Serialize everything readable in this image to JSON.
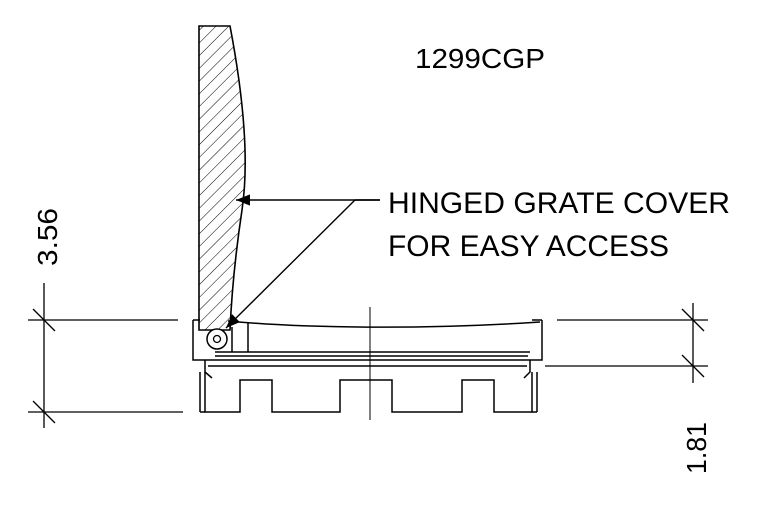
{
  "model": "1299CGP",
  "callout": {
    "line1": "HINGED GRATE COVER",
    "line2": "FOR EASY ACCESS"
  },
  "dimensions": {
    "left": "3.56",
    "right": "1.81"
  },
  "colors": {
    "line": "#000000",
    "background": "#ffffff"
  }
}
